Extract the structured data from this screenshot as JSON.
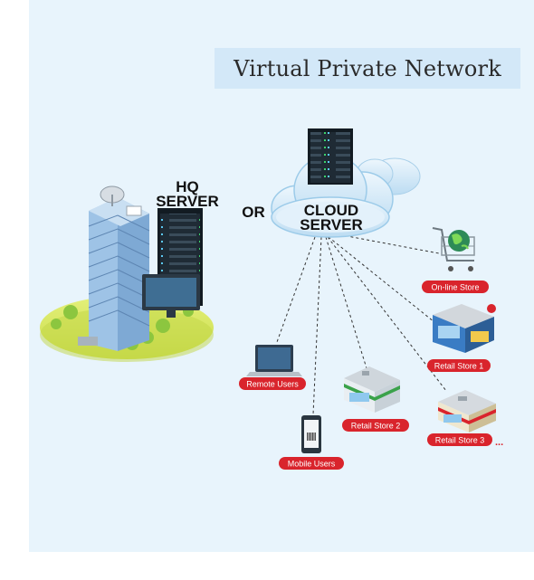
{
  "title": "Virtual Private Network",
  "hq_label": {
    "line1": "HQ",
    "line2": "SERVER"
  },
  "or_label": "OR",
  "cloud_label": {
    "line1": "CLOUD",
    "line2": "SERVER"
  },
  "nodes": {
    "online_store": "On-line Store",
    "retail_store_1": "Retail Store 1",
    "remote_users": "Remote Users",
    "retail_store_2": "Retail Store 2",
    "retail_store_3": "Retail Store 3",
    "ellipsis": "...",
    "mobile_users": "Mobile Users"
  },
  "colors": {
    "background": "#e8f4fc",
    "title_box": "#d3e8f8",
    "label_red": "#d9242c",
    "cloud": "#d6ebf8",
    "server": "#1e2a33",
    "lawn": "#d6e85a",
    "building": "#8fb7de"
  },
  "icons": [
    "office-building-icon",
    "server-rack-icon",
    "cloud-icon",
    "shopping-cart-icon",
    "globe-icon",
    "store-icon",
    "laptop-icon",
    "smartphone-icon"
  ]
}
